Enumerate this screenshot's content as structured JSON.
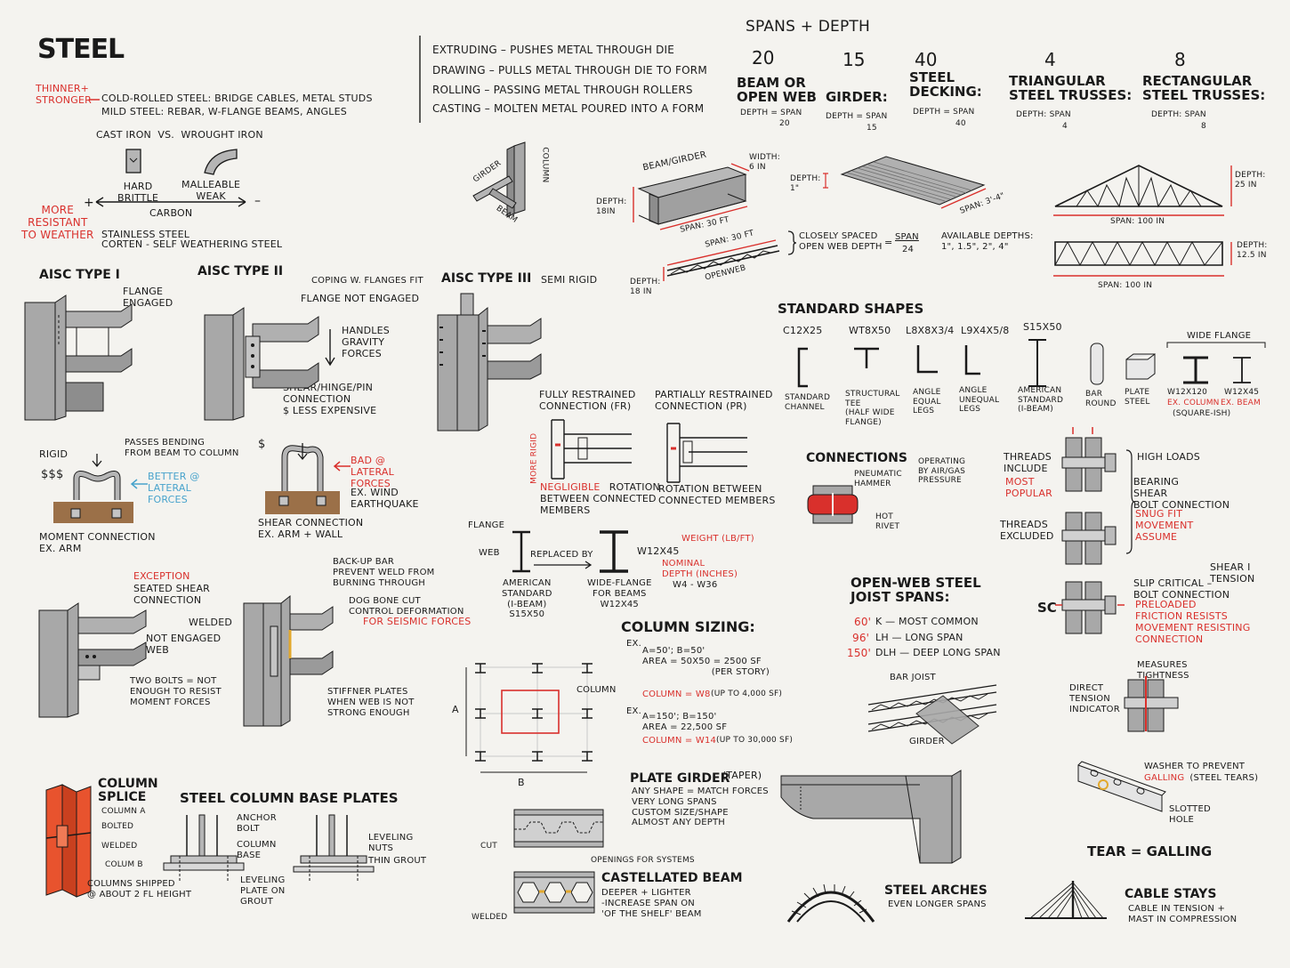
{
  "title": "STEEL",
  "colors": {
    "ink": "#1a1a1a",
    "accent_red": "#d9302c",
    "accent_blue": "#48a3cc",
    "steel_gray": "#a8a8a8",
    "splice_orange": "#e8532e",
    "ground_brown": "#9b7048",
    "paper": "#f4f3ef"
  },
  "intro": {
    "thinner_stronger": "THINNER+\nSTRONGER",
    "cold_rolled": "COLD-ROLLED STEEL: BRIDGE CABLES, METAL STUDS",
    "mild": "MILD STEEL: REBAR, W-FLANGE BEAMS, ANGLES",
    "cast_vs_wrought": "CAST IRON  VS.  WROUGHT IRON",
    "hard_brittle": "HARD\nBRITTLE",
    "malleable_weak": "MALLEABLE\nWEAK",
    "plus": "+",
    "minus": "–",
    "carbon": "CARBON",
    "more_resistant": "MORE\nRESISTANT\nTO WEATHER",
    "stainless": "STAINLESS STEEL",
    "corten": "CORTEN - SELF WEATHERING STEEL"
  },
  "processes": [
    "EXTRUDING – PUSHES METAL THROUGH DIE",
    "DRAWING – PULLS METAL THROUGH DIE TO FORM",
    "ROLLING – PASSING METAL THROUGH ROLLERS",
    "CASTING – MOLTEN METAL POURED INTO A FORM"
  ],
  "joint_labels": {
    "girder": "GIRDER",
    "beam": "BEAM",
    "column": "COLUMN"
  },
  "spans": {
    "title": "SPANS + DEPTH",
    "items": [
      {
        "n": "20",
        "name": "BEAM OR\nOPEN WEB",
        "depth": "DEPTH = SPAN",
        "den": "20"
      },
      {
        "n": "15",
        "name": "GIRDER:",
        "depth": "DEPTH = SPAN",
        "den": "15"
      },
      {
        "n": "40",
        "name": "STEEL\nDECKING:",
        "depth": "DEPTH = SPAN",
        "den": "40"
      },
      {
        "n": "4",
        "name": "TRIANGULAR\nSTEEL TRUSSES:",
        "depth": "DEPTH: SPAN",
        "den": "4"
      },
      {
        "n": "8",
        "name": "RECTANGULAR\nSTEEL TRUSSES:",
        "depth": "DEPTH: SPAN",
        "den": "8"
      }
    ]
  },
  "beam_diagram": {
    "label": "BEAM/GIRDER",
    "width": "WIDTH:\n6 IN",
    "depth": "DEPTH:\n18IN",
    "span": "SPAN: 30 FT"
  },
  "openweb_diagram": {
    "span": "SPAN: 30 FT",
    "depth": "DEPTH:\n18 IN",
    "label": "OPENWEB",
    "closely": "CLOSELY SPACED\nOPEN WEB DEPTH",
    "eq": "=",
    "num": "SPAN",
    "den": "24"
  },
  "deck_diagram": {
    "depth": "DEPTH:\n1\"",
    "span": "SPAN: 3'-4\"",
    "available": "AVAILABLE DEPTHS:\n1\", 1.5\", 2\", 4\""
  },
  "truss_diagram": {
    "tri_depth": "DEPTH:\n25 IN",
    "tri_span": "SPAN: 100 IN",
    "rect_depth": "DEPTH:\n12.5 IN",
    "rect_span": "SPAN: 100 IN"
  },
  "aisc": {
    "type1": "AISC TYPE I",
    "type2": "AISC TYPE II",
    "type3": "AISC TYPE III",
    "semi": "SEMI RIGID",
    "flange_engaged": "FLANGE\nENGAGED",
    "coping": "COPING W. FLANGES FIT",
    "flange_not": "FLANGE NOT ENGAGED",
    "handles": "HANDLES\nGRAVITY\nFORCES",
    "shear_hinge": "SHEAR/HINGE/PIN\nCONNECTION\n$ LESS EXPENSIVE"
  },
  "moment": {
    "rigid": "RIGID",
    "dollars": "$$$",
    "passes": "PASSES BENDING\nFROM BEAM TO COLUMN",
    "better": "BETTER @\nLATERAL\nFORCES",
    "moment_conn": "MOMENT CONNECTION\nEX. ARM",
    "dollar": "$",
    "bad": "BAD @\nLATERAL\nFORCES",
    "ex_wind": "EX. WIND\nEARTHQUAKE",
    "shear_conn": "SHEAR CONNECTION\nEX. ARM + WALL"
  },
  "seated": {
    "exception": "EXCEPTION",
    "seated": "SEATED SHEAR\nCONNECTION",
    "not_engaged": "NOT ENGAGED\nWEB",
    "two_bolts": "TWO BOLTS = NOT\nENOUGH TO RESIST\nMOMENT FORCES"
  },
  "welded": {
    "backup": "BACK-UP BAR\nPREVENT WELD FROM\nBURNING THROUGH",
    "welded": "WELDED",
    "dogbone": "DOG BONE CUT\nCONTROL DEFORMATION",
    "seismic": "FOR SEISMIC FORCES",
    "stiffner": "STIFFNER PLATES\nWHEN WEB IS NOT\nSTRONG ENOUGH"
  },
  "splice": {
    "title": "COLUMN\nSPLICE",
    "items": [
      "COLUMN A",
      "BOLTED",
      "WELDED",
      "COLUM B"
    ],
    "shipped": "COLUMNS SHIPPED\n@ ABOUT 2 FL HEIGHT"
  },
  "baseplates": {
    "title": "STEEL COLUMN BASE PLATES",
    "anchor": "ANCHOR\nBOLT",
    "base": "COLUMN\nBASE",
    "leveling_plate": "LEVELING\nPLATE ON\nGROUT",
    "leveling_nuts": "LEVELING\nNUTS",
    "thin_grout": "THIN GROUT"
  },
  "restrained": {
    "fr": "FULLY RESTRAINED\nCONNECTION (FR)",
    "pr": "PARTIALLY RESTRAINED\nCONNECTION (PR)",
    "more_rigid": "MORE RIGID",
    "negligible": "NEGLIGIBLE",
    "rotation": " ROTATION\nBETWEEN CONNECTED\nMEMBERS",
    "rotation_between": "ROTATION BETWEEN\nCONNECTED MEMBERS"
  },
  "ibeam": {
    "flange": "FLANGE",
    "web": "WEB",
    "replaced": "REPLACED BY",
    "american": "AMERICAN\nSTANDARD\n(I-BEAM)\nS15x50",
    "wide": "WIDE-FLANGE\nFOR BEAMS\nW12x45",
    "w12": "W12x45",
    "weight": "WEIGHT (LB/FT)",
    "nominal": "NOMINAL\nDEPTH (INCHES)",
    "range": "W4 - W36"
  },
  "column_sizing": {
    "title": "COLUMN SIZING:",
    "ex1": "EX.",
    "l1": "A=50'; B=50'\nAREA = 50x50 = 2500 SF\n                       (PER STORY)",
    "r1": "COLUMN = W8",
    "n1": " (UP TO 4,000 SF)",
    "ex2": "EX.",
    "l2": "A=150'; B=150'\nAREA = 22,500 SF",
    "r2": "COLUMN = W14",
    "n2": " (UP TO 30,000 SF)",
    "grid_a": "A",
    "grid_b": "B",
    "grid_col": "COLUMN"
  },
  "standard": {
    "title": "STANDARD SHAPES",
    "wide_flange": "WIDE FLANGE",
    "shapes": [
      {
        "code": "C12x25",
        "name": "STANDARD\nCHANNEL"
      },
      {
        "code": "WT8x50",
        "name": "STRUCTURAL\nTEE\n(HALF WIDE\nFLANGE)"
      },
      {
        "code": "L8x8x3/4",
        "name": "ANGLE\nEQUAL\nLEGS"
      },
      {
        "code": "L9x4x5/8",
        "name": "ANGLE\nUNEQUAL\nLEGS"
      },
      {
        "code": "S15x50",
        "name": "AMERICAN\nSTANDARD\n(I-BEAM)"
      },
      {
        "code": "",
        "name": "BAR\nROUND"
      },
      {
        "code": "",
        "name": "PLATE\nSTEEL"
      },
      {
        "code": "",
        "name": "W12x120"
      },
      {
        "code": "",
        "name": "W12x45"
      }
    ],
    "ex_column": "EX. COLUMN",
    "square": "(SQUARE-ISH)",
    "ex_beam": "EX. BEAM"
  },
  "connections": {
    "title": "CONNECTIONS",
    "hammer": "PNEUMATIC\nHAMMER",
    "operating": "OPERATING\nBY AIR/GAS\nPRESSURE",
    "hot": "HOT\nRIVET",
    "threads_in": "THREADS\nINCLUDE",
    "most": "MOST\nPOPULAR",
    "threads_ex": "THREADS\nEXCLUDED",
    "high": "HIGH LOADS",
    "bearing": "BEARING\nSHEAR\nBOLT CONNECTION",
    "snug": "SNUG FIT\nMOVEMENT\nASSUME",
    "sc": "SC",
    "shear_tension": "SHEAR I\nTENSION",
    "slip": "SLIP CRITICAL –\nBOLT CONNECTION",
    "preloaded": "PRELOADED\nFRICTION RESISTS\nMOVEMENT RESISTING\nCONNECTION",
    "measures": "MEASURES\nTIGHTNESS",
    "direct": "DIRECT\nTENSION\nINDICATOR",
    "washer": "WASHER TO PREVENT",
    "galling": "GALLING",
    "steel_tears": " (STEEL TEARS)",
    "slotted": "SLOTTED\nHOLE",
    "tear": "TEAR = GALLING"
  },
  "openweb_joist": {
    "title": "OPEN-WEB STEEL\nJOIST SPANS:",
    "rows": [
      {
        "span": "60'",
        "text": "K — MOST COMMON"
      },
      {
        "span": "96'",
        "text": "LH — LONG SPAN"
      },
      {
        "span": "150'",
        "text": "DLH — DEEP LONG SPAN"
      }
    ],
    "bar_joist": "BAR JOIST",
    "girder": "GIRDER"
  },
  "plate_girder": {
    "title": "PLATE GIRDER",
    "taper": " (TAPER)",
    "body": "ANY SHAPE = MATCH FORCES\nVERY LONG SPANS\nCUSTOM SIZE/SHAPE\nALMOST ANY DEPTH"
  },
  "castellated": {
    "openings": "OPENINGS FOR SYSTEMS",
    "cut": "CUT",
    "welded": "WELDED",
    "title": "CASTELLATED BEAM",
    "body": "DEEPER + LIGHTER\n-INCREASE SPAN ON\n'OF THE SHELF' BEAM"
  },
  "arches": {
    "title": "STEEL ARCHES",
    "sub": "EVEN LONGER SPANS"
  },
  "cable": {
    "title": "CABLE STAYS",
    "sub": "CABLE IN TENSION +\nMAST IN COMPRESSION"
  }
}
